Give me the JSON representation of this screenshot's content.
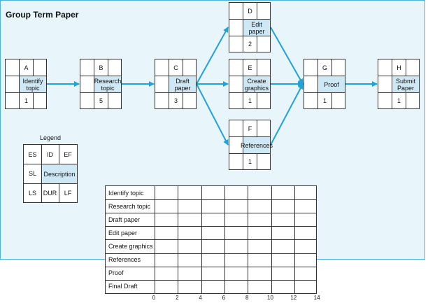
{
  "title": "Group Term Paper",
  "colors": {
    "frame_fill": "#e8f5fb",
    "frame_border": "#4bb3dc",
    "arrow": "#1fa3d9",
    "desc_fill": "#cfe8f5"
  },
  "nodes": [
    {
      "id": "A",
      "desc": "Identify topic",
      "dur": "1"
    },
    {
      "id": "B",
      "desc": "Research topic",
      "dur": "5"
    },
    {
      "id": "C",
      "desc": "Draft paper",
      "dur": "3"
    },
    {
      "id": "D",
      "desc": "Edit paper",
      "dur": "2"
    },
    {
      "id": "E",
      "desc": "Create graphics",
      "dur": "1"
    },
    {
      "id": "F",
      "desc": "References",
      "dur": "1"
    },
    {
      "id": "G",
      "desc": "Proof",
      "dur": "1"
    },
    {
      "id": "H",
      "desc": "Submit Paper",
      "dur": "1"
    }
  ],
  "edges": [
    [
      "A",
      "B"
    ],
    [
      "B",
      "C"
    ],
    [
      "C",
      "D"
    ],
    [
      "C",
      "E"
    ],
    [
      "C",
      "F"
    ],
    [
      "D",
      "G"
    ],
    [
      "E",
      "G"
    ],
    [
      "F",
      "G"
    ],
    [
      "G",
      "H"
    ]
  ],
  "legend": {
    "title": "Legend",
    "es": "ES",
    "id": "ID",
    "ef": "EF",
    "sl": "SL",
    "description": "Description",
    "ls": "LS",
    "dur": "DUR",
    "lf": "LF"
  },
  "gantt": {
    "rows": [
      "Identify topic",
      "Research topic",
      "Draft paper",
      "Edit paper",
      "Create graphics",
      "References",
      "Proof",
      "Final Draft"
    ],
    "ticks": [
      "0",
      "2",
      "4",
      "6",
      "8",
      "10",
      "12",
      "14"
    ]
  }
}
